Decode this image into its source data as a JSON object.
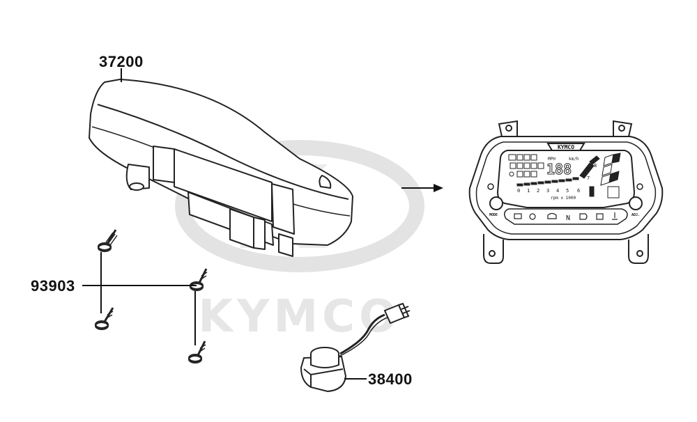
{
  "watermark": {
    "brand": "KYMCO"
  },
  "parts": [
    {
      "number": "37200",
      "description": "instrument cluster (meter assembly)"
    },
    {
      "number": "93903",
      "description": "tapping screw"
    },
    {
      "number": "38400",
      "description": "relay / buzzer with connector"
    }
  ],
  "meter_face": {
    "logo": "KYMCO",
    "speed_unit_mph": "MPH",
    "speed_unit_kmh": "km/h",
    "rpm_caption": "rpm x 1000",
    "tach_ticks": [
      "0",
      "1",
      "2",
      "3",
      "4",
      "5",
      "6",
      "7",
      "8"
    ],
    "left_button": "MODE",
    "right_button": "ADJ.",
    "neutral_indicator": "N",
    "speed_digits": "188"
  }
}
